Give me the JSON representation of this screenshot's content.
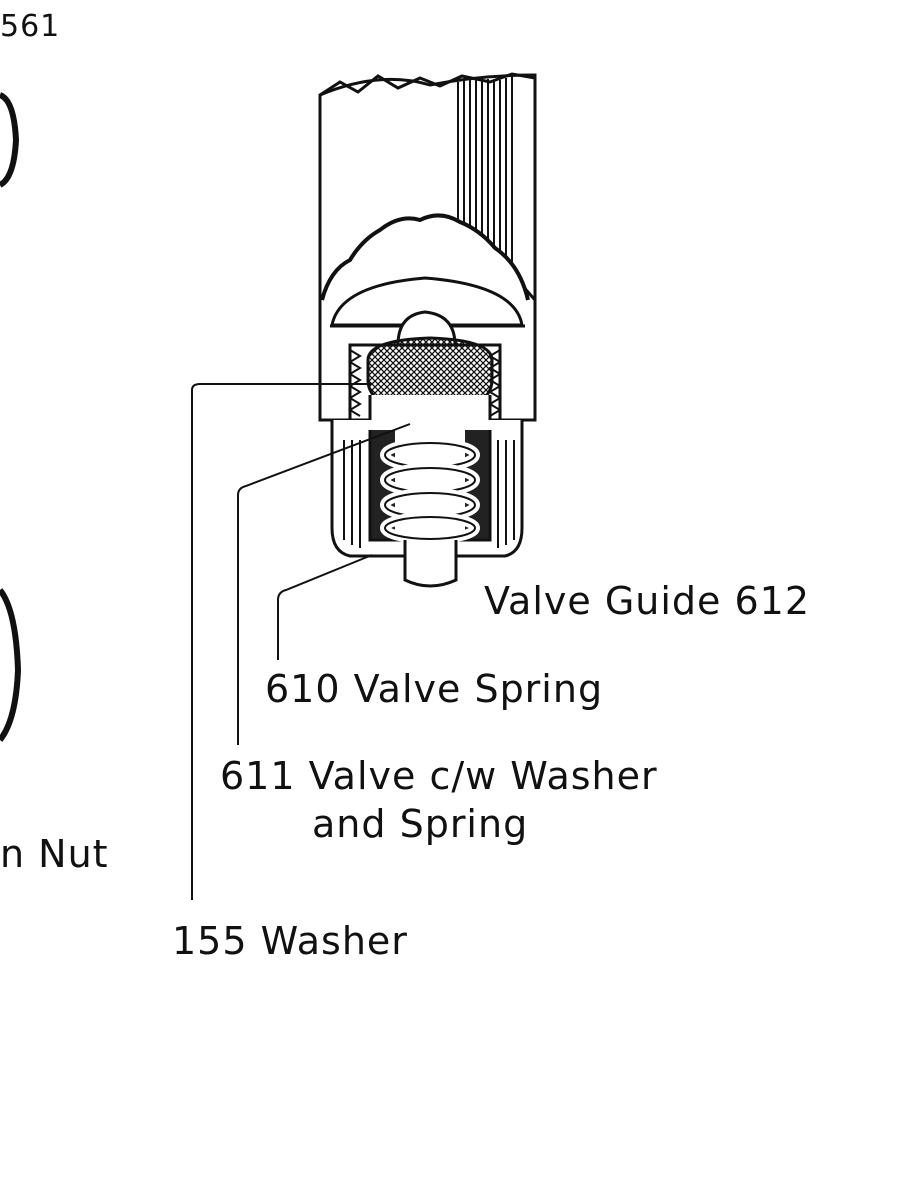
{
  "labels": {
    "page_ref": "561",
    "nut_fragment": "n Nut",
    "valve_guide": "Valve Guide 612",
    "valve_spring": "610 Valve Spring",
    "valve_cw_line1": "611 Valve c/w Washer",
    "valve_cw_line2": "and Spring",
    "washer": "155 Washer"
  },
  "colors": {
    "ink": "#111111",
    "paper": "#ffffff"
  }
}
